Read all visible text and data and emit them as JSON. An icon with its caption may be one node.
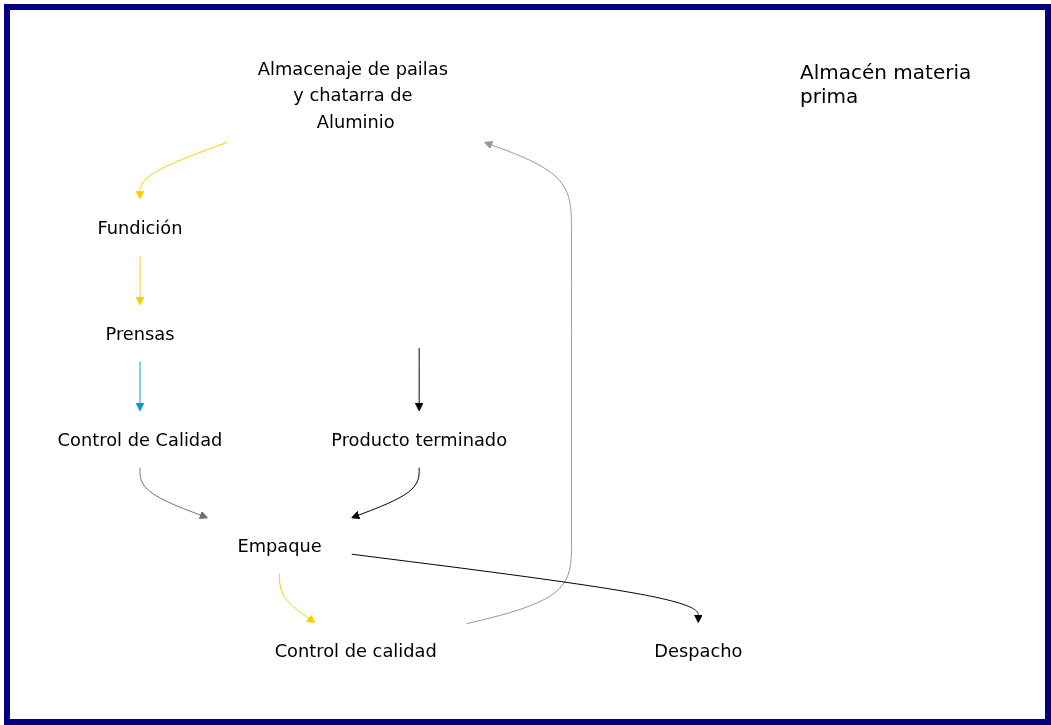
{
  "diagram": {
    "nodes": [
      {
        "text": [
          "Almacenaje de pailas y chatarra de Aluminio"
        ]
      },
      {
        "text": [
          "Fundición"
        ]
      },
      {
        "text": [
          "Prensas"
        ]
      },
      {
        "text": [
          "Control de Calidad"
        ]
      },
      {
        "text": [
          "Producto terminado"
        ]
      },
      {
        "text": [
          "Empaque"
        ]
      },
      {
        "text": [
          "Despacho"
        ]
      },
      {
        "text": [
          "Control de calidad"
        ]
      }
    ],
    "edges": [
      {
        "from": 0,
        "to": 1,
        "arrow": "to",
        "color": "#ffcc00"
      },
      {
        "from": 1,
        "to": 2,
        "arrow": "to",
        "color": "#ffcc00"
      },
      {
        "from": 2,
        "to": 3,
        "arrow": "to",
        "color": "#0099cc"
      },
      {
        "from": 3,
        "to": 5,
        "arrow": "to",
        "color": "#6b7568"
      },
      {
        "from": 5,
        "to": 7,
        "arrow": "to",
        "color": "#ffcc00"
      },
      {
        "from": 7,
        "to": 0,
        "arrow": "to",
        "color": "#8e9aa6"
      },
      {
        "from": null,
        "to": 4,
        "arrow": "to",
        "color": "#000000"
      },
      {
        "from": 4,
        "to": 5,
        "arrow": "to",
        "color": "#000000"
      },
      {
        "from": 5,
        "to": 6,
        "arrow": "to",
        "color": "#000000"
      }
    ],
    "labels": [
      "Almacén materia prima"
    ]
  }
}
